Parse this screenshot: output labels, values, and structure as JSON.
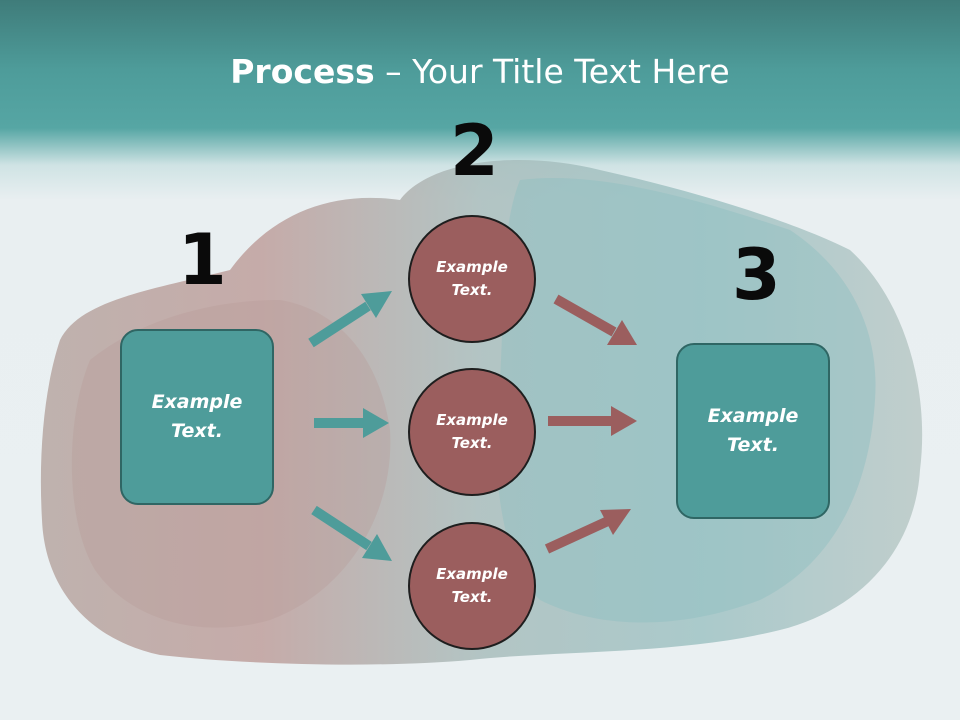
{
  "slide": {
    "title_bold": "Process",
    "title_rest": " – Your Title Text Here"
  },
  "steps": {
    "one": "1",
    "two": "2",
    "three": "3"
  },
  "left_box": {
    "text": "Example Text."
  },
  "circles": [
    {
      "text": "Example Text."
    },
    {
      "text": "Example Text."
    },
    {
      "text": "Example Text."
    }
  ],
  "right_box": {
    "text": "Example Text."
  },
  "colors": {
    "header_teal": "#4e9c9a",
    "box_fill": "#4e9c9a",
    "circle_fill": "#9b5e5e",
    "arrow_teal": "#4e9c9a",
    "arrow_brown": "#9b5e5e"
  }
}
